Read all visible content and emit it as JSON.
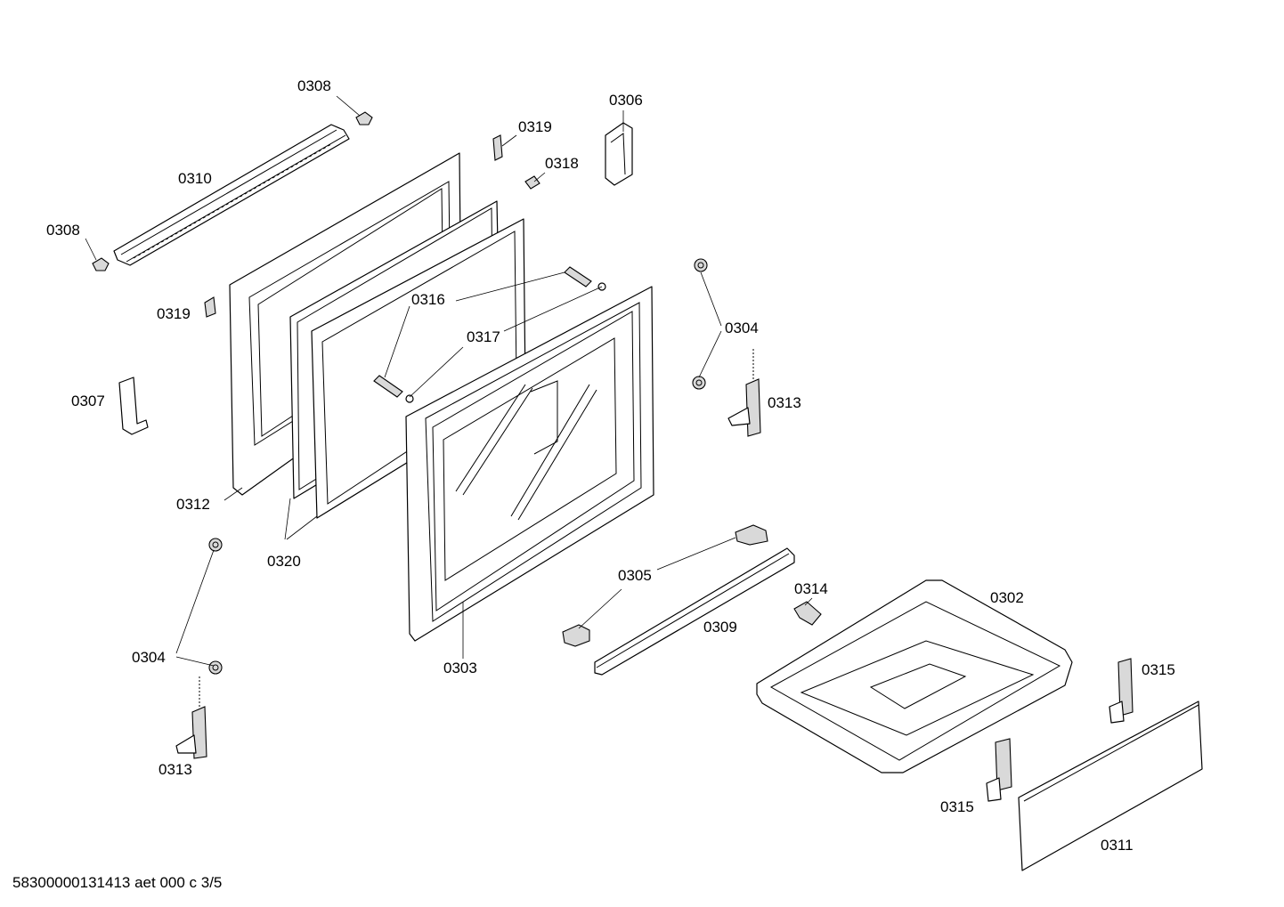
{
  "footer": "58300000131413 aet 000 c 3/5",
  "parts": {
    "p0308a": "0308",
    "p0308b": "0308",
    "p0310": "0310",
    "p0319a": "0319",
    "p0319b": "0319",
    "p0318": "0318",
    "p0306": "0306",
    "p0316": "0316",
    "p0317": "0317",
    "p0304a": "0304",
    "p0304b": "0304",
    "p0307": "0307",
    "p0312": "0312",
    "p0320": "0320",
    "p0313a": "0313",
    "p0313b": "0313",
    "p0305": "0305",
    "p0309": "0309",
    "p0303": "0303",
    "p0314": "0314",
    "p0302": "0302",
    "p0315a": "0315",
    "p0315b": "0315",
    "p0311": "0311"
  }
}
